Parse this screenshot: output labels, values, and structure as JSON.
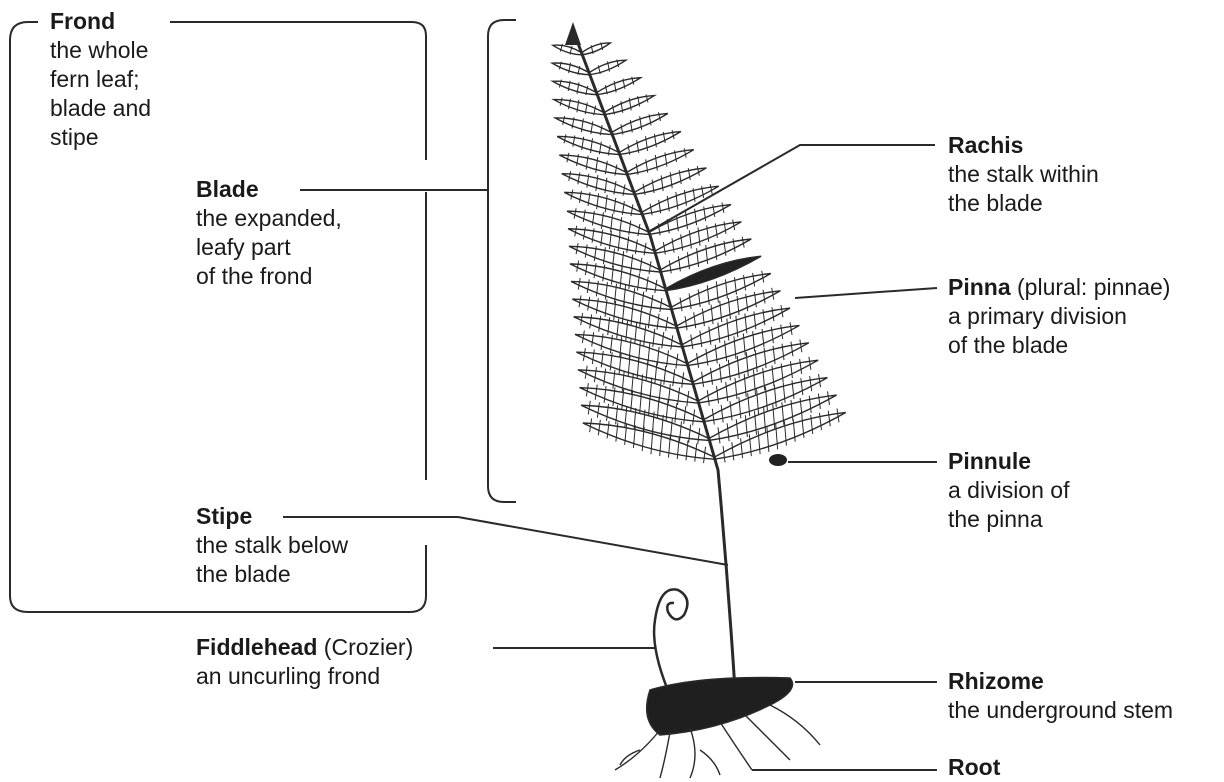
{
  "labels": {
    "frond": {
      "term": "Frond",
      "desc": [
        "the whole",
        "fern leaf;",
        "blade and",
        "stipe"
      ]
    },
    "blade": {
      "term": "Blade",
      "desc": [
        "the expanded,",
        "leafy part",
        "of the frond"
      ]
    },
    "stipe": {
      "term": "Stipe",
      "desc": [
        "the stalk below",
        "the blade"
      ]
    },
    "fiddlehead": {
      "term": "Fiddlehead",
      "extra": " (Crozier)",
      "desc": [
        "an uncurling frond"
      ]
    },
    "rachis": {
      "term": "Rachis",
      "desc": [
        "the stalk within",
        "the blade"
      ]
    },
    "pinna": {
      "term": "Pinna",
      "extra": " (plural: pinnae)",
      "desc": [
        "a primary division",
        "of the blade"
      ]
    },
    "pinnule": {
      "term": "Pinnule",
      "desc": [
        "a division of",
        "the pinna"
      ]
    },
    "rhizome": {
      "term": "Rhizome",
      "desc": [
        "the underground stem"
      ]
    },
    "root": {
      "term": "Root",
      "desc": []
    }
  },
  "colors": {
    "ink": "#1a1a1a",
    "line": "#2a2a2a",
    "background": "#ffffff"
  }
}
